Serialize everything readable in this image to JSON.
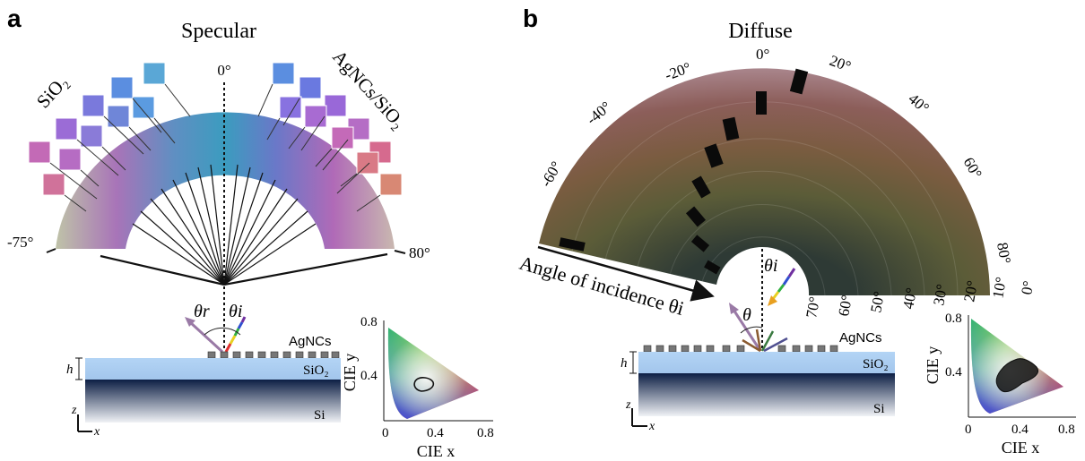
{
  "panel_a": {
    "letter": "a",
    "title": "Specular",
    "angle_top": "0°",
    "angle_left": "-75°",
    "angle_right": "80°",
    "label_left": "SiO₂",
    "label_right": "AgNCs/SiO₂",
    "theta_r": "θr",
    "theta_i": "θi",
    "layer_agncs": "AgNCs",
    "layer_sio2": "SiO₂",
    "layer_si": "Si",
    "dim_h": "h",
    "axis_z": "z",
    "axis_x": "x",
    "cie": {
      "xlabel": "CIE x",
      "ylabel": "CIE y",
      "xticks": [
        "0",
        "0.4",
        "0.8"
      ],
      "yticks": [
        "0.4",
        "0.8"
      ]
    }
  },
  "panel_b": {
    "letter": "b",
    "title": "Diffuse",
    "top_ticks": [
      "-60°",
      "-40°",
      "-20°",
      "0°",
      "20°",
      "40°",
      "60°",
      "80°"
    ],
    "incidence_ticks": [
      "0°",
      "10°",
      "20°",
      "30°",
      "40°",
      "50°",
      "60°",
      "70°"
    ],
    "incidence_label": "Angle of incidence θi",
    "theta_i": "θi",
    "theta": "θ",
    "layer_agncs": "AgNCs",
    "layer_sio2": "SiO₂",
    "layer_si": "Si",
    "dim_h": "h",
    "axis_z": "z",
    "axis_x": "x",
    "cie": {
      "xlabel": "CIE x",
      "ylabel": "CIE y",
      "xticks": [
        "0",
        "0.4",
        "0.8"
      ],
      "yticks": [
        "0.4",
        "0.8"
      ]
    }
  }
}
